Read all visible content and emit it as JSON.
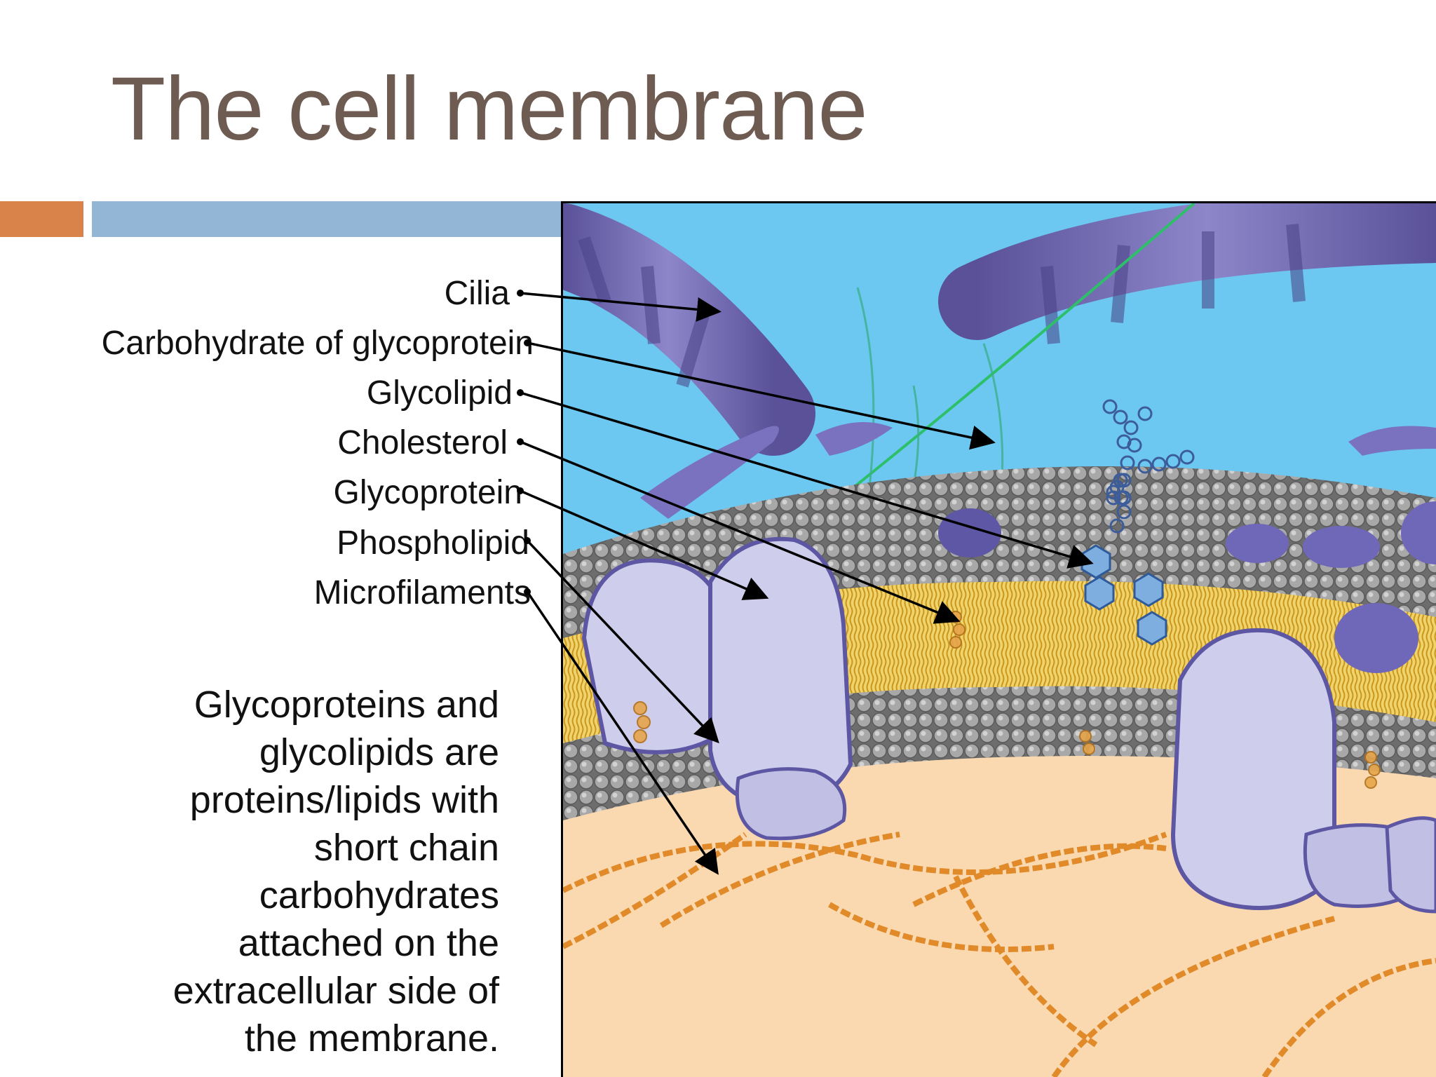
{
  "slide": {
    "title": "The cell membrane",
    "colors": {
      "title": "#6e5b52",
      "accent_orange": "#d9834a",
      "accent_blue": "#93b6d6"
    }
  },
  "diagram": {
    "labels": [
      "Cilia",
      "Carbohydrate of glycoprotein",
      "Glycolipid",
      "Cholesterol",
      "Glycoprotein",
      "Phospholipid",
      "Microfilaments"
    ],
    "colors": {
      "extracellular": "#6cc8f0",
      "cytoplasm": "#fbd9b0",
      "protein": "#6e68b0",
      "lipid_tail": "#e9c24a",
      "lipid_head": "#9a9a9a",
      "filament": "#e08a2a",
      "sugar": "#7eaee0"
    }
  },
  "note": {
    "lines": [
      "Glycoproteins and",
      "glycolipids are",
      "proteins/lipids with",
      "short chain",
      "carbohydrates",
      "attached on the",
      "extracellular side of",
      "the membrane."
    ]
  }
}
